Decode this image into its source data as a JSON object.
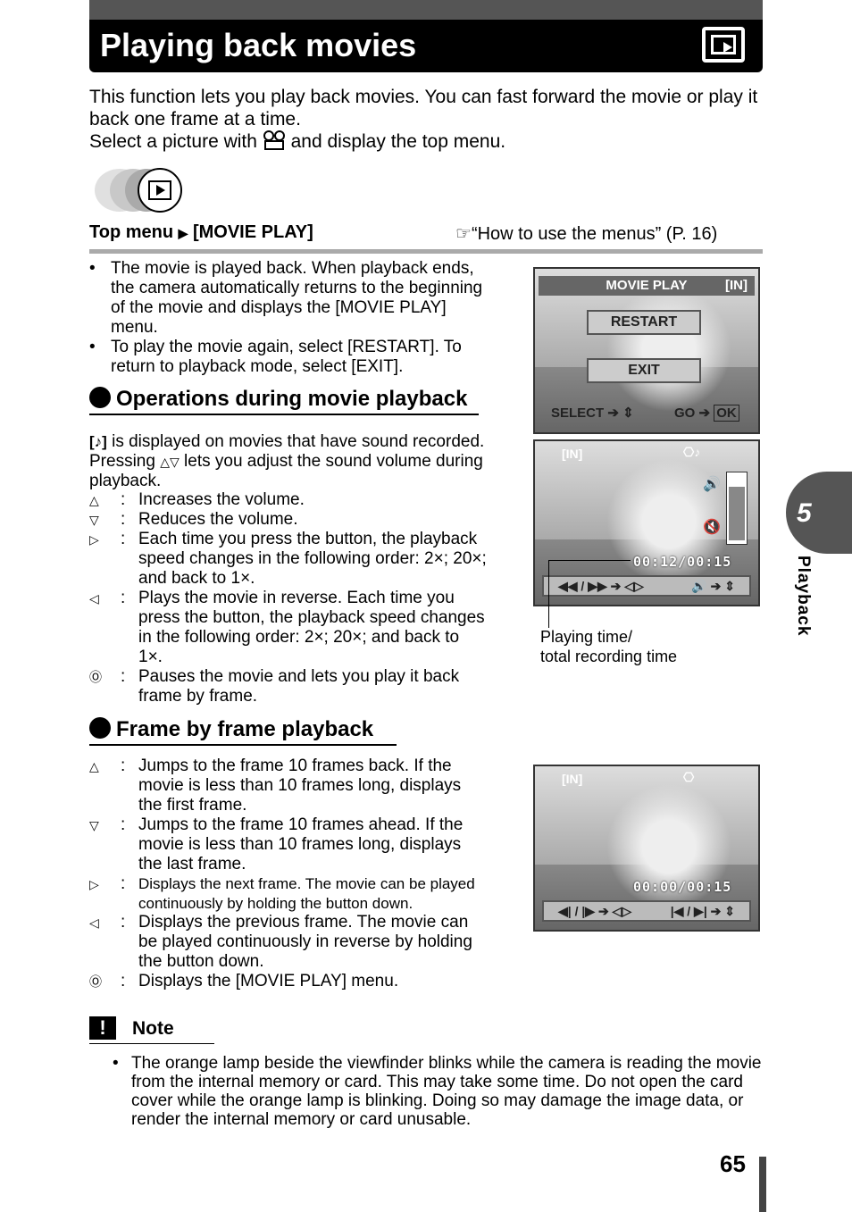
{
  "header": {
    "title": "Playing back movies",
    "icon": "playback-icon"
  },
  "intro": {
    "line1": "This function lets you play back movies. You can fast forward the movie or play it back one frame at a time.",
    "line2_pre": "Select a picture with",
    "line2_icon": "movie-icon",
    "line2_post": "and display the top menu."
  },
  "menu_path": {
    "top": "Top menu",
    "arrow": "▶",
    "item": "[MOVIE PLAY]",
    "ref_icon": "☞",
    "ref_text": "“How to use the menus” (P. 16)"
  },
  "bullets": [
    "The movie is played back. When playback ends, the camera automatically returns to the beginning of the movie and displays the [MOVIE PLAY] menu.",
    "To play the movie again, select [RESTART]. To return to playback mode, select [EXIT]."
  ],
  "section_ops": {
    "heading": "Operations during movie playback",
    "intro_pre": "is displayed on movies that have sound recorded. Pressing",
    "intro_post": "lets you adjust the sound volume during playback.",
    "rows": [
      {
        "key": "up",
        "desc": "Increases the volume."
      },
      {
        "key": "down",
        "desc": "Reduces the volume."
      },
      {
        "key": "right",
        "desc": "Each time you press the button, the playback speed changes in the following order: 2×; 20×; and back to 1×."
      },
      {
        "key": "left",
        "desc": "Plays the movie in reverse. Each time you press the button, the playback speed changes in the following order: 2×; 20×; and back to 1×."
      },
      {
        "key": "ok",
        "desc": "Pauses the movie and lets you play it back frame by frame."
      }
    ]
  },
  "section_frame": {
    "heading": "Frame by frame playback",
    "rows": [
      {
        "key": "up",
        "desc": "Jumps to the frame 10 frames back. If the movie is less than 10 frames long, displays the first frame."
      },
      {
        "key": "down",
        "desc": "Jumps to the frame 10 frames ahead. If the movie is less than 10 frames long, displays the last frame."
      },
      {
        "key": "right",
        "desc": "Displays the next frame. The movie can be played continuously by holding the button down."
      },
      {
        "key": "left",
        "desc": "Displays the previous frame. The movie can be played continuously in reverse by holding the button down."
      },
      {
        "key": "ok",
        "desc": "Displays the [MOVIE PLAY] menu."
      }
    ]
  },
  "screen1": {
    "header": "MOVIE PLAY",
    "memory": "[IN]",
    "restart": "RESTART",
    "exit": "EXIT",
    "select": "SELECT",
    "go": "GO",
    "ok": "OK"
  },
  "screen2": {
    "memory": "[IN]",
    "time": "00:12/00:15",
    "bar_left": "◀◀ / ▶▶",
    "callout": "Playing time/\ntotal recording time"
  },
  "screen3": {
    "memory": "[IN]",
    "time": "00:00/00:15",
    "bar_left": "◀| / |▶",
    "bar_right": "|◀ / ▶|"
  },
  "side": {
    "chapter": "5",
    "label": "Playback"
  },
  "note": {
    "icon": "!",
    "heading": "Note",
    "text": "The orange lamp beside the viewfinder blinks while the camera is reading the movie from the internal memory or card. This may take some time. Do not open the card cover while the orange lamp is blinking. Doing so may damage the image data, or render the internal memory or card unusable."
  },
  "page_number": "65"
}
